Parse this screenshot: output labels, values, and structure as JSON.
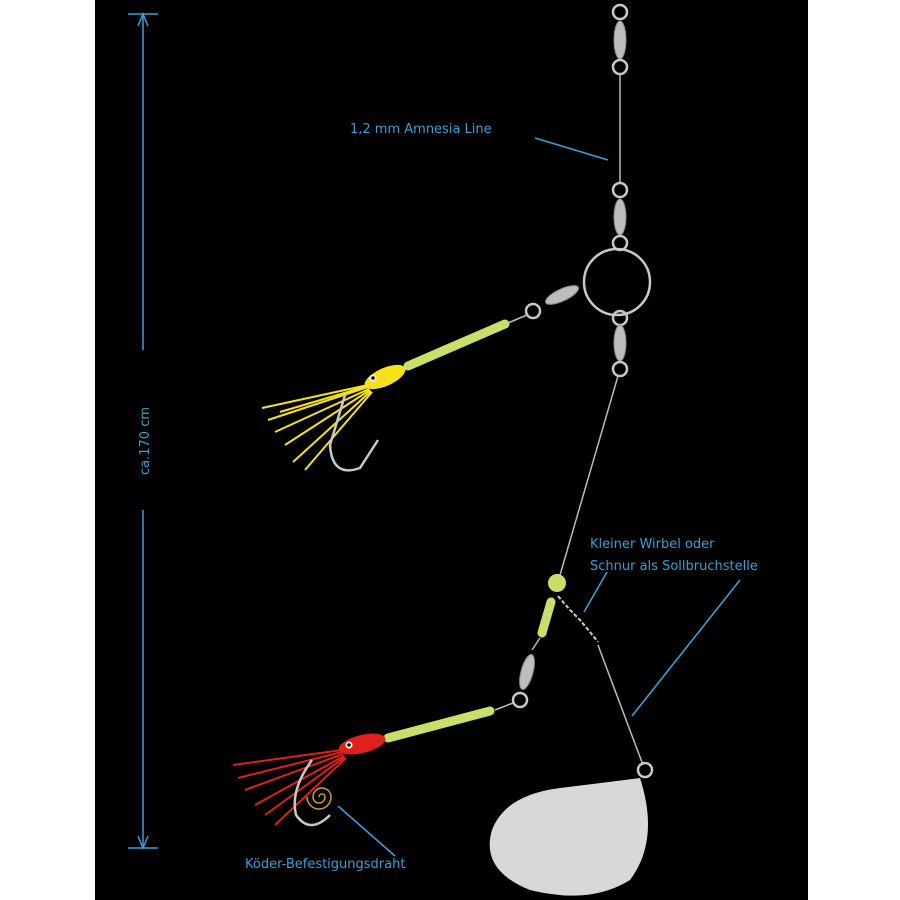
{
  "colors": {
    "background": "#000000",
    "label": "#3a9fd6",
    "tube": "#c8e06a",
    "metal": "#c8c8c8",
    "squid_top": "#f5e21a",
    "squid_bottom": "#e0201a",
    "coil": "#c8a040"
  },
  "labels": {
    "line": "1,2 mm Amnesia Line",
    "length": "ca.170 cm",
    "swivel_1": "Kleiner Wirbel oder",
    "swivel_2": "Schnur als Sollbruchstelle",
    "bait_wire": "Köder-Befestigungsdraht"
  }
}
